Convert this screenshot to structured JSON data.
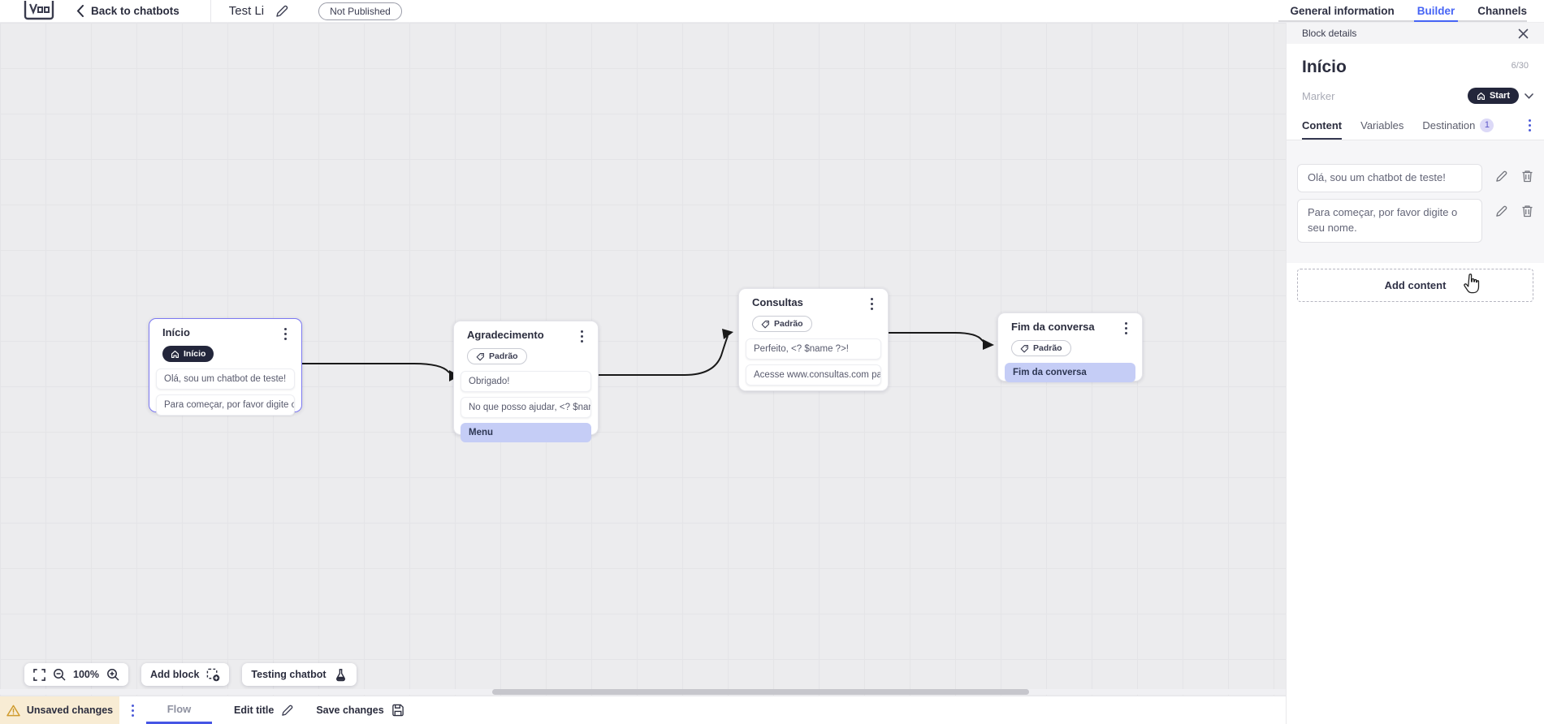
{
  "topbar": {
    "back_label": "Back to chatbots",
    "bot_title": "Test Li",
    "status_badge": "Not Published",
    "tabs": [
      {
        "label": "General information"
      },
      {
        "label": "Builder"
      },
      {
        "label": "Channels"
      }
    ]
  },
  "panel": {
    "header": "Block details",
    "block_name": "Início",
    "name_counter": "6/30",
    "marker_label": "Marker",
    "marker_value": "Start",
    "tabs": [
      {
        "label": "Content"
      },
      {
        "label": "Variables"
      },
      {
        "label": "Destination",
        "badge": "1"
      }
    ],
    "messages": [
      "Olá, sou um chatbot de teste!",
      "Para começar, por favor digite o seu nome."
    ],
    "add_content_label": "Add content"
  },
  "canvas": {
    "blocks": [
      {
        "title": "Início",
        "badge": "Início",
        "rows": [
          {
            "text": "Olá, sou um chatbot de teste!"
          },
          {
            "text": "Para começar, por favor digite o ..."
          }
        ]
      },
      {
        "title": "Agradecimento",
        "badge": "Padrão",
        "rows": [
          {
            "text": "Obrigado!"
          },
          {
            "text": "No que posso ajudar, <? $name ..."
          },
          {
            "text": "Menu"
          }
        ]
      },
      {
        "title": "Consultas",
        "badge": "Padrão",
        "rows": [
          {
            "text": "Perfeito, <? $name ?>!"
          },
          {
            "text": "Acesse www.consultas.com par..."
          }
        ]
      },
      {
        "title": "Fim da conversa",
        "badge": "Padrão",
        "rows": [
          {
            "text": "Fim da conversa"
          }
        ]
      }
    ],
    "zoom_level": "100%",
    "add_block_label": "Add block",
    "testing_label": "Testing chatbot"
  },
  "bottombar": {
    "unsaved_label": "Unsaved changes",
    "flow_tab": "Flow",
    "edit_title_label": "Edit title",
    "save_label": "Save changes"
  },
  "colors": {
    "accent_blue": "#4664f5",
    "dark_navy": "#23263b",
    "highlight_row": "#c5cdf6",
    "selected_border": "#7c79f2",
    "warning_bg": "#f8ecd4"
  }
}
